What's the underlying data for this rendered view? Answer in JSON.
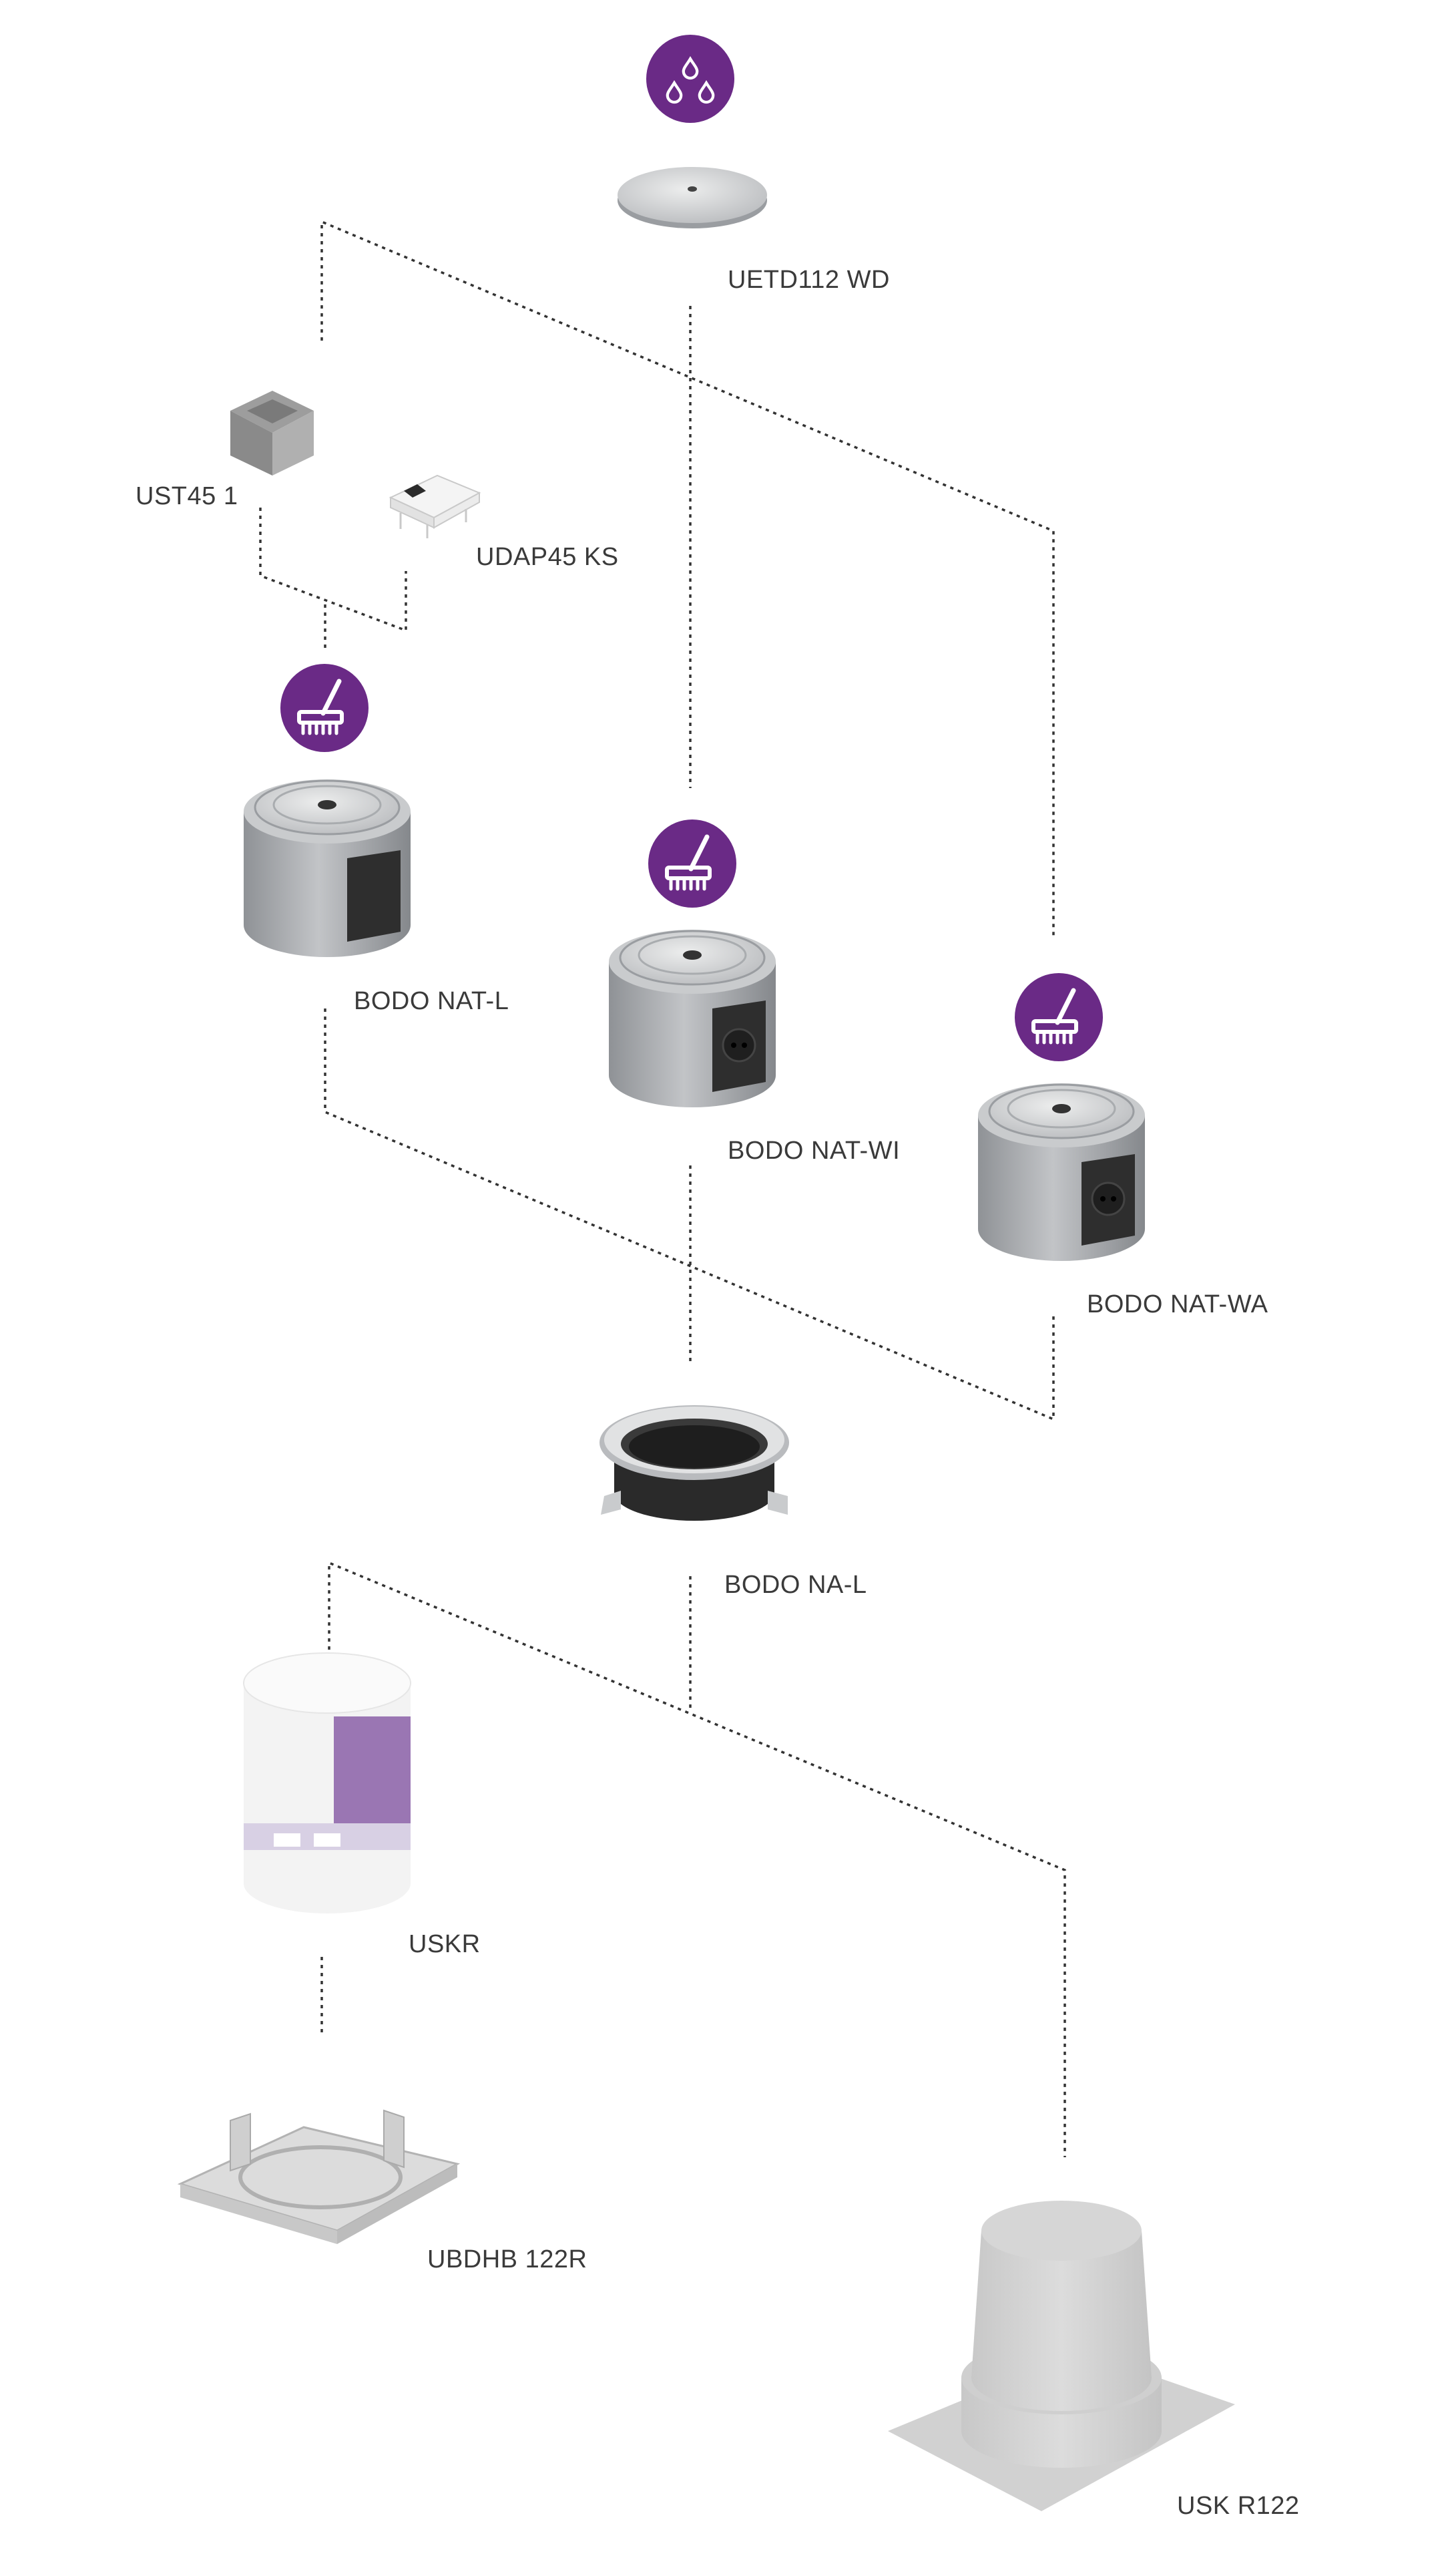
{
  "colors": {
    "accent": "#6a2a86",
    "connector": "#333333",
    "steel": "#a9acb0",
    "steel_dark": "#7f8286",
    "steel_light": "#d4d6d8",
    "socket": "#2b2b2b",
    "ghost": "#d9d9d9"
  },
  "badges": [
    {
      "name": "water-drops-icon",
      "meaning": "water-resistant"
    },
    {
      "name": "mop-icon",
      "meaning": "wet-cleaning"
    }
  ],
  "parts": {
    "uetd112_wd": "UETD112 WD",
    "ust45_1": "UST45 1",
    "udap45_ks": "UDAP45 KS",
    "bodo_nat_l": "BODO NAT-L",
    "bodo_nat_wi": "BODO NAT-WI",
    "bodo_nat_wa": "BODO NAT-WA",
    "bodo_na_l": "BODO NA-L",
    "uskr": "USKR",
    "ubdhb_122r": "UBDHB 122R",
    "usk_r122": "USK R122"
  }
}
